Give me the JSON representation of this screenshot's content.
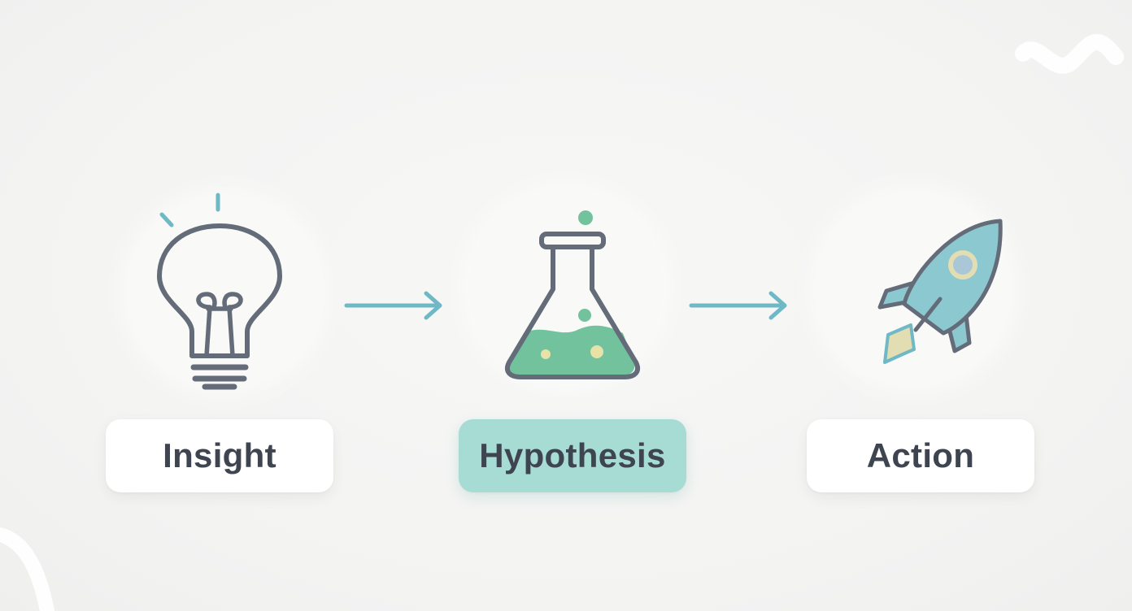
{
  "diagram": {
    "steps": [
      {
        "id": "insight",
        "label": "Insight",
        "icon": "lightbulb-icon",
        "active": false
      },
      {
        "id": "hypothesis",
        "label": "Hypothesis",
        "icon": "flask-icon",
        "active": true
      },
      {
        "id": "action",
        "label": "Action",
        "icon": "rocket-icon",
        "active": false
      }
    ],
    "connectors": [
      {
        "from": "insight",
        "to": "hypothesis"
      },
      {
        "from": "hypothesis",
        "to": "action"
      }
    ]
  },
  "colors": {
    "stroke": "#646c79",
    "accent": "#6fb8c6",
    "liquid": "#72c29d",
    "bubble": "#e6e2a8",
    "active_pill": "#a7dcd5",
    "rocket_body": "#8cc8cf",
    "rocket_flame": "#e3ddb3",
    "text": "#3f4550",
    "background": "#f5f5f4"
  }
}
